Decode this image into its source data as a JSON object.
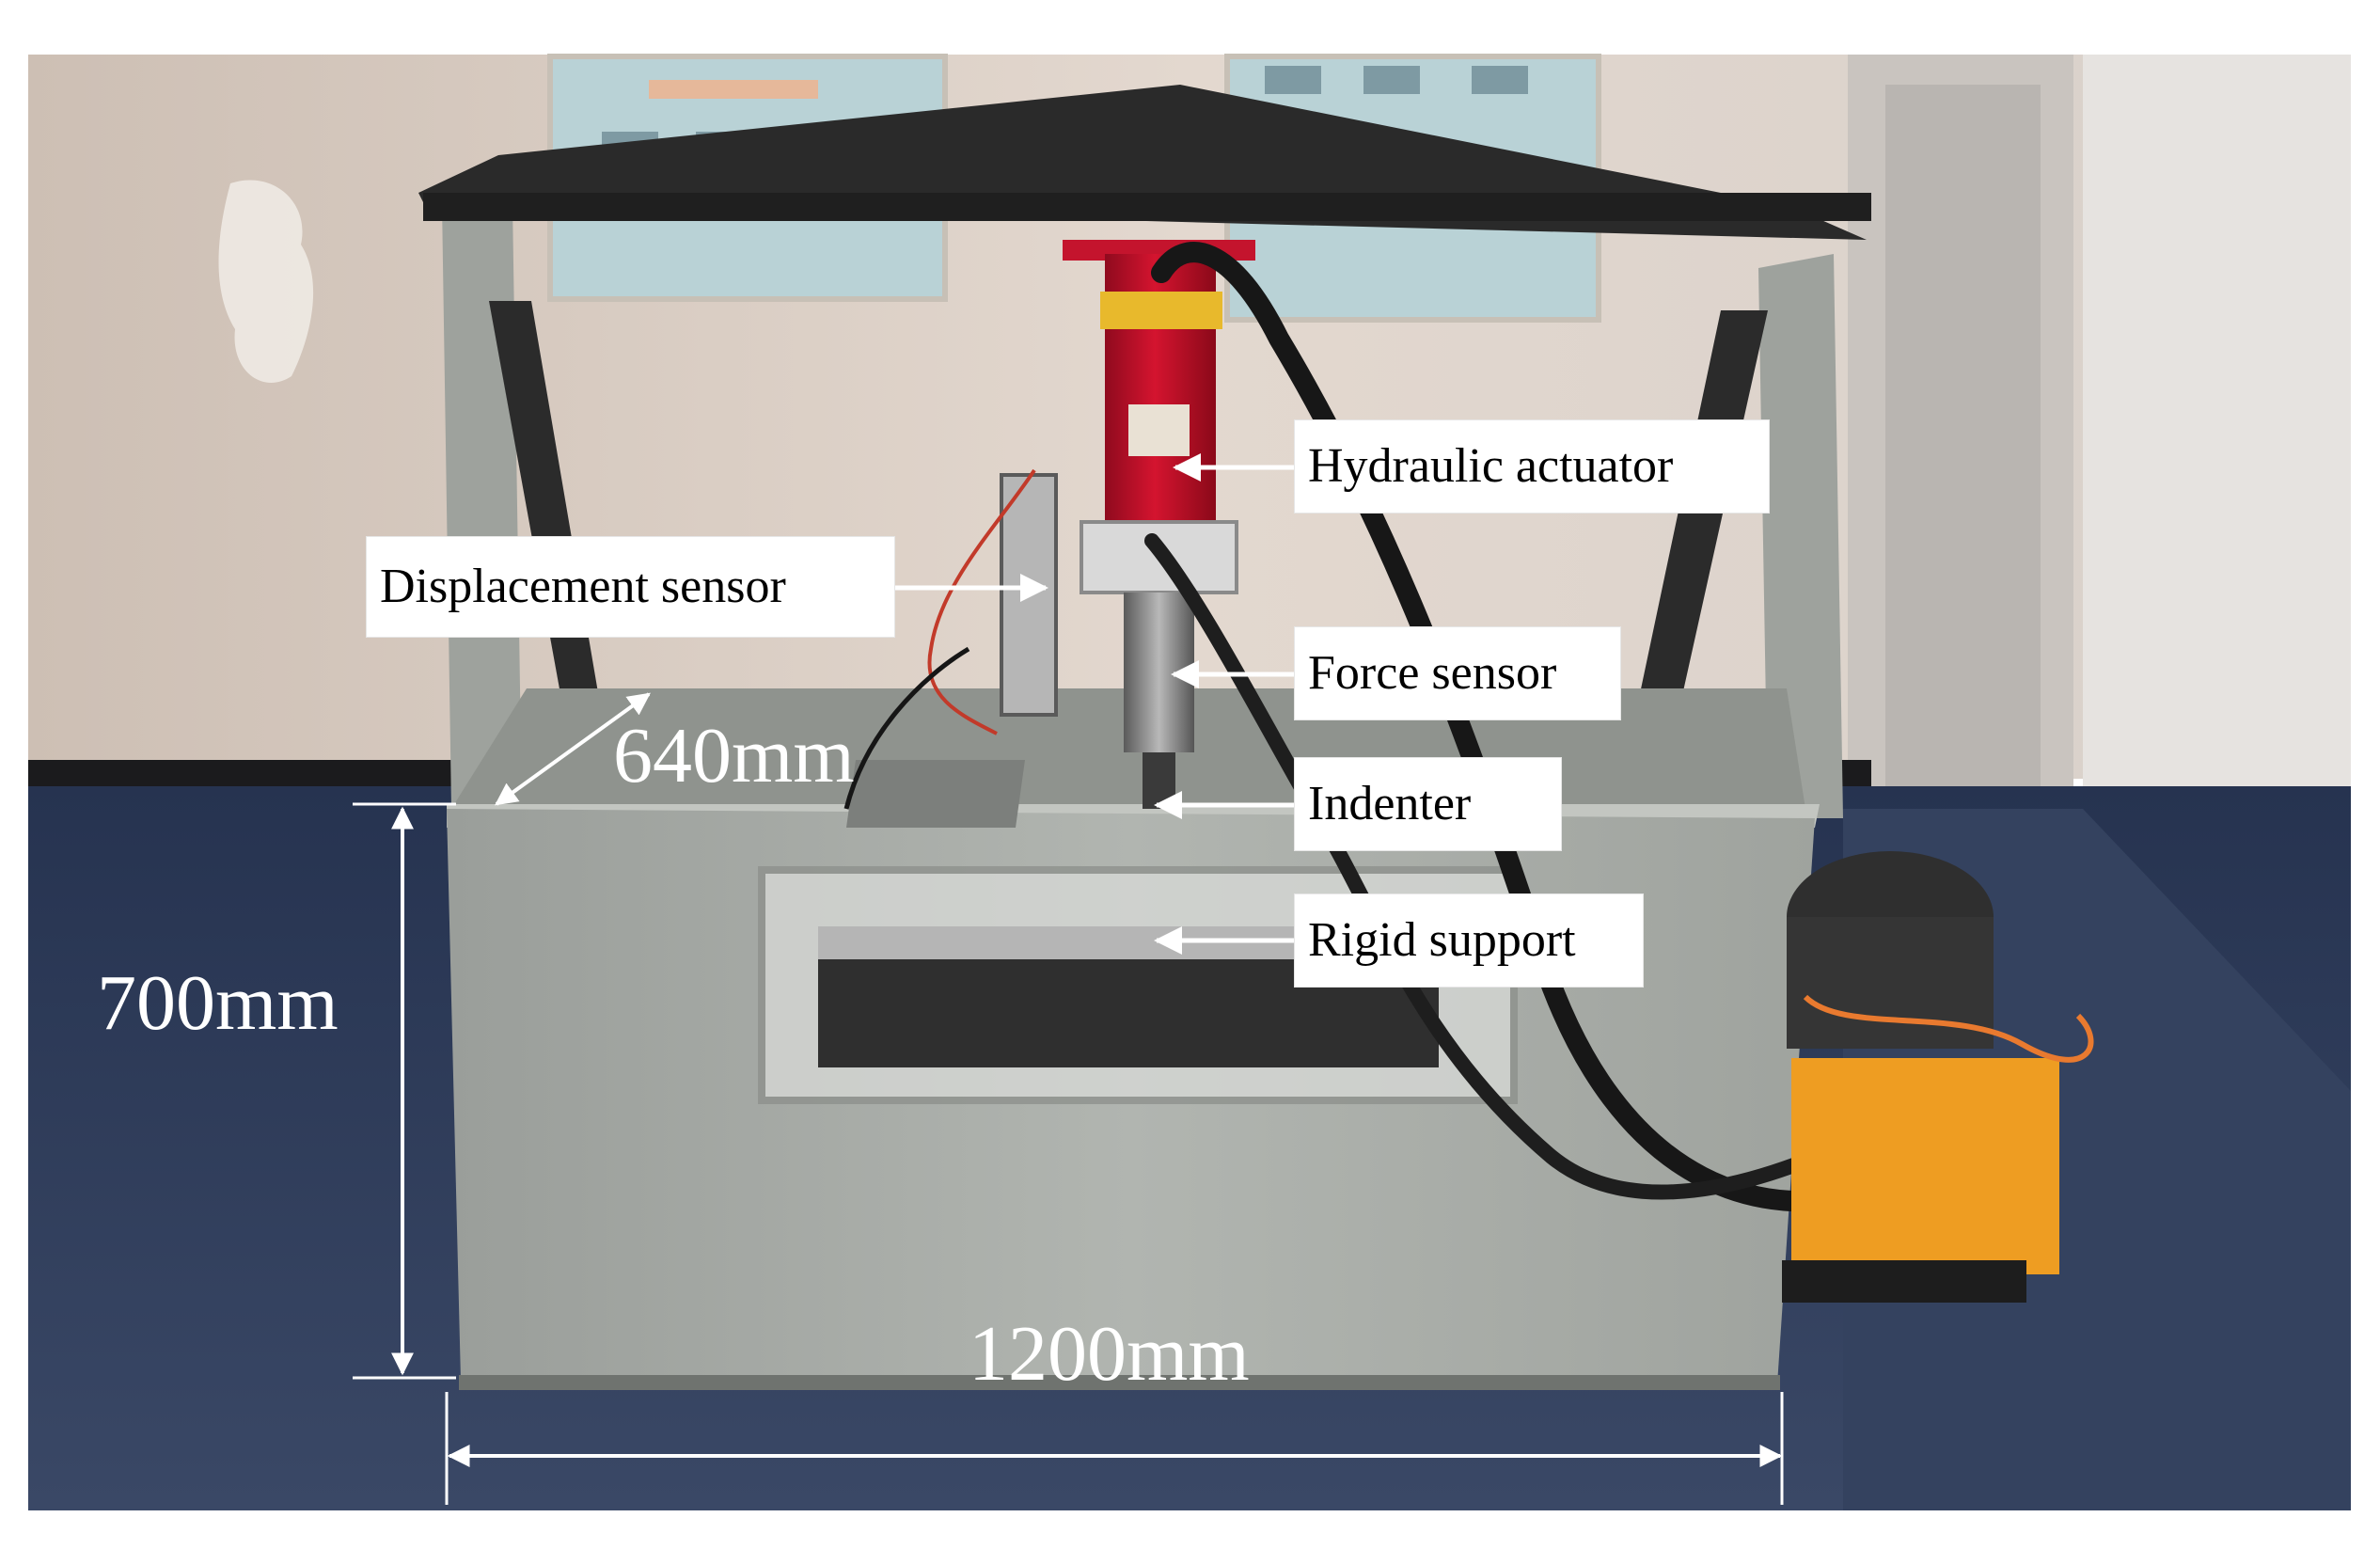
{
  "labels": {
    "hydraulic_actuator": "Hydraulic actuator",
    "displacement_sensor": "Displacement sensor",
    "force_sensor": "Force sensor",
    "indenter": "Indenter",
    "rigid_support": "Rigid support"
  },
  "dimensions": {
    "depth": "640mm",
    "height": "700mm",
    "width": "1200mm"
  },
  "colors": {
    "floor": "#2c3a55",
    "wall": "#ddd2c8",
    "tank": "#a7aba6",
    "actuator": "#c8102e",
    "pump": "#f0a023"
  }
}
